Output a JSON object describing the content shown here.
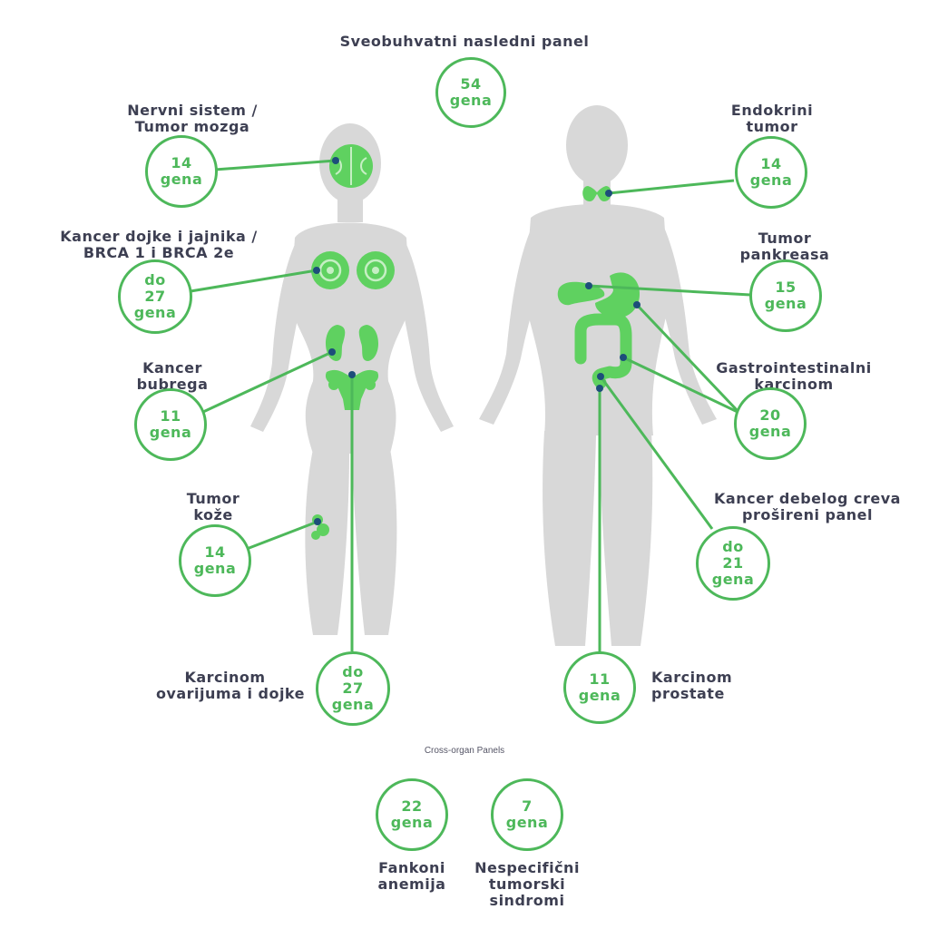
{
  "title": "Sveobuhvatni nasledni panel",
  "top_badge": {
    "value": "54",
    "unit": "gena"
  },
  "panels": [
    {
      "id": "nervous",
      "label": [
        "Nervni sistem /",
        "Tumor mozga"
      ],
      "value": "14",
      "unit": "gena"
    },
    {
      "id": "breast-ovary",
      "label": [
        "Kancer dojke i jajnika /",
        "BRCA 1 i BRCA 2e"
      ],
      "value": "do 27",
      "unit": "gena"
    },
    {
      "id": "kidney",
      "label": [
        "Kancer",
        "bubrega"
      ],
      "value": "11",
      "unit": "gena"
    },
    {
      "id": "skin",
      "label": [
        "Tumor",
        "kože"
      ],
      "value": "14",
      "unit": "gena"
    },
    {
      "id": "ovarian",
      "label": [
        "Karcinom",
        "ovarijuma i dojke"
      ],
      "value": "do 27",
      "unit": "gena"
    },
    {
      "id": "endocrine",
      "label": [
        "Endokrini",
        "tumor"
      ],
      "value": "14",
      "unit": "gena"
    },
    {
      "id": "pancreas",
      "label": [
        "Tumor",
        "pankreasa"
      ],
      "value": "15",
      "unit": "gena"
    },
    {
      "id": "gastro",
      "label": [
        "Gastrointestinalni",
        "karcinom"
      ],
      "value": "20",
      "unit": "gena"
    },
    {
      "id": "colon",
      "label": [
        "Kancer debelog creva",
        "prošireni panel"
      ],
      "value": "do 21",
      "unit": "gena"
    },
    {
      "id": "prostate",
      "label": [
        "Karcinom",
        "prostate"
      ],
      "value": "11",
      "unit": "gena"
    }
  ],
  "cross_organ": {
    "heading": "Cross-organ Panels",
    "items": [
      {
        "id": "fanconi",
        "label": [
          "Fankoni",
          "anemija"
        ],
        "value": "22",
        "unit": "gena"
      },
      {
        "id": "nonspecific",
        "label": [
          "Nespecifični",
          "tumorski",
          "sindromi"
        ],
        "value": "7",
        "unit": "gena"
      }
    ]
  },
  "colors": {
    "accent": "#4db85a",
    "organ": "#5fd160",
    "body": "#d8d8d8",
    "dot": "#1d4e7a",
    "text": "#3d3f52"
  },
  "icons": [
    "female-silhouette",
    "male-silhouette",
    "brain-icon",
    "breast-icon",
    "kidney-icon",
    "uterus-icon",
    "skin-icon",
    "thyroid-icon",
    "pancreas-icon",
    "stomach-icon",
    "colon-icon"
  ]
}
